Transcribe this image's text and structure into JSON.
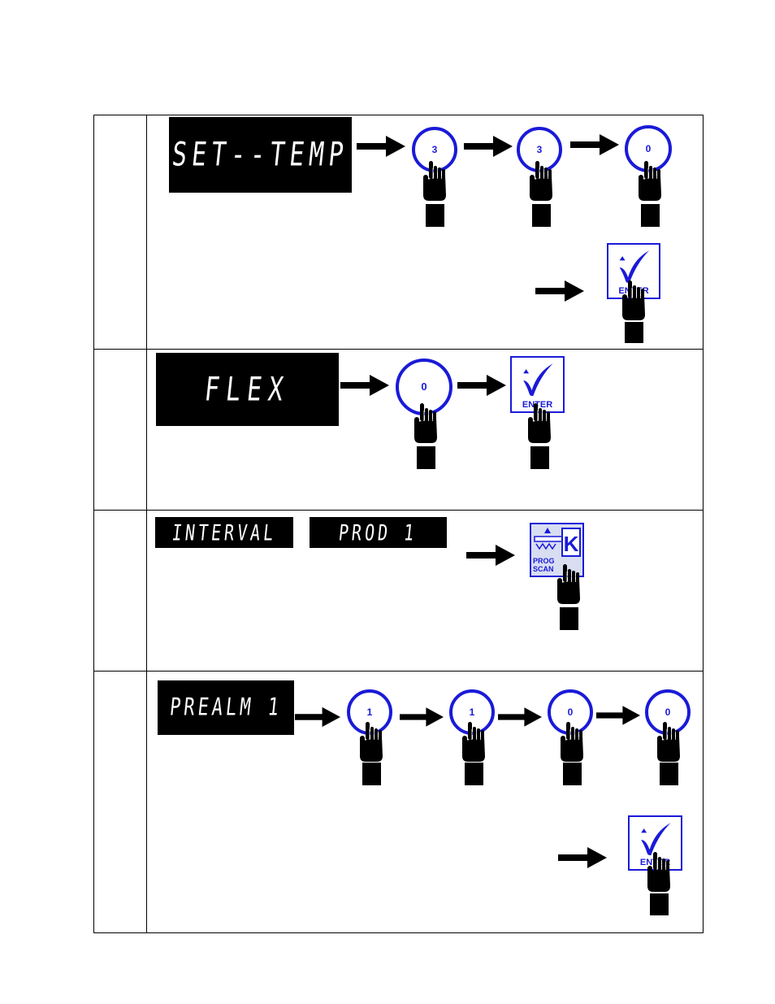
{
  "rows": [
    {
      "display": "SET--TEMP",
      "keys": [
        "3",
        "3",
        "0"
      ],
      "confirm_key": {
        "icon": "checkmark-icon",
        "label": "ENTER"
      }
    },
    {
      "display": "FLEX",
      "keys": [
        "0"
      ],
      "confirm_key": {
        "icon": "checkmark-icon",
        "label": "ENTER"
      }
    },
    {
      "displays": [
        "INTERVAL",
        "PROD 1"
      ],
      "prog_key": {
        "icon": "key-icon",
        "letter": "K",
        "label_top": "PROG",
        "label_bottom": "SCAN"
      }
    },
    {
      "display": "PREALM 1",
      "keys": [
        "1",
        "1",
        "0",
        "0"
      ],
      "confirm_key": {
        "icon": "checkmark-icon",
        "label": "ENTER"
      }
    }
  ],
  "colors": {
    "key_blue": "#1a1ad8",
    "lcd_bg": "#000000",
    "lcd_text": "#ffffff"
  }
}
